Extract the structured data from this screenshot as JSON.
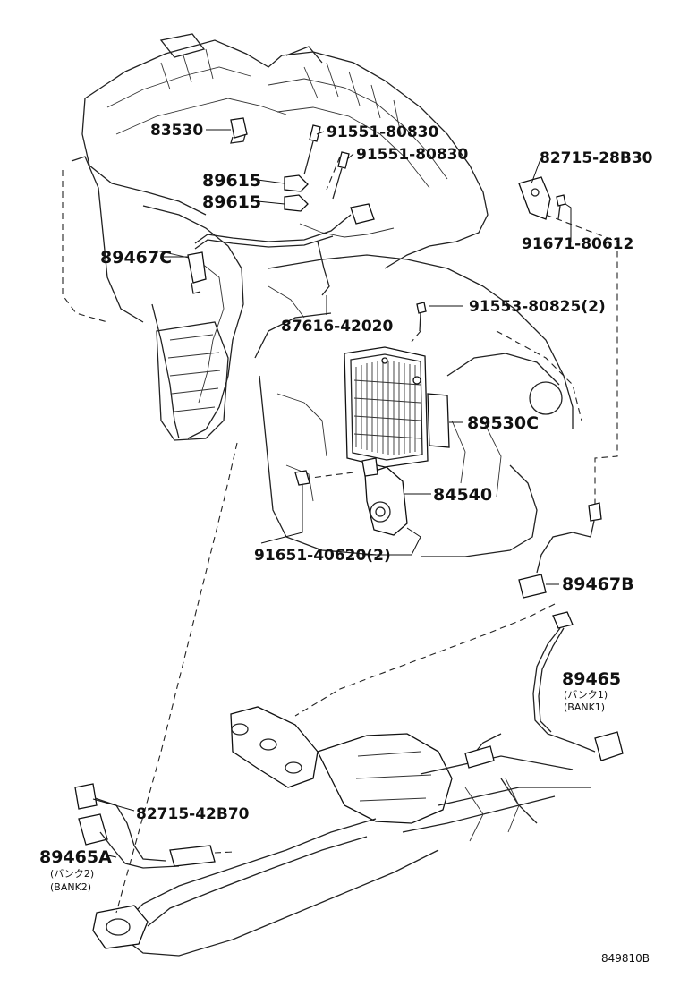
{
  "diagram": {
    "callouts": [
      {
        "id": "p83530",
        "text": "83530"
      },
      {
        "id": "p91551a",
        "text": "91551-80830"
      },
      {
        "id": "p91551b",
        "text": "91551-80830"
      },
      {
        "id": "p89615a",
        "text": "89615"
      },
      {
        "id": "p89615b",
        "text": "89615"
      },
      {
        "id": "p82715a",
        "text": "82715-28B30"
      },
      {
        "id": "p91671",
        "text": "91671-80612"
      },
      {
        "id": "p89467c",
        "text": "89467C"
      },
      {
        "id": "p87616",
        "text": "87616-42020"
      },
      {
        "id": "p91553",
        "text": "91553-80825(2)"
      },
      {
        "id": "p89530c",
        "text": "89530C"
      },
      {
        "id": "p84540",
        "text": "84540"
      },
      {
        "id": "p91651",
        "text": "91651-40620(2)"
      },
      {
        "id": "p89467b",
        "text": "89467B"
      },
      {
        "id": "p89465",
        "text": "89465",
        "sub1": "(バンク1)",
        "sub2": "(BANK1)"
      },
      {
        "id": "p82715b",
        "text": "82715-42B70"
      },
      {
        "id": "p89465a",
        "text": "89465A",
        "sub1": "(バンク2)",
        "sub2": "(BANK2)"
      }
    ],
    "figure_code": "849810B"
  }
}
